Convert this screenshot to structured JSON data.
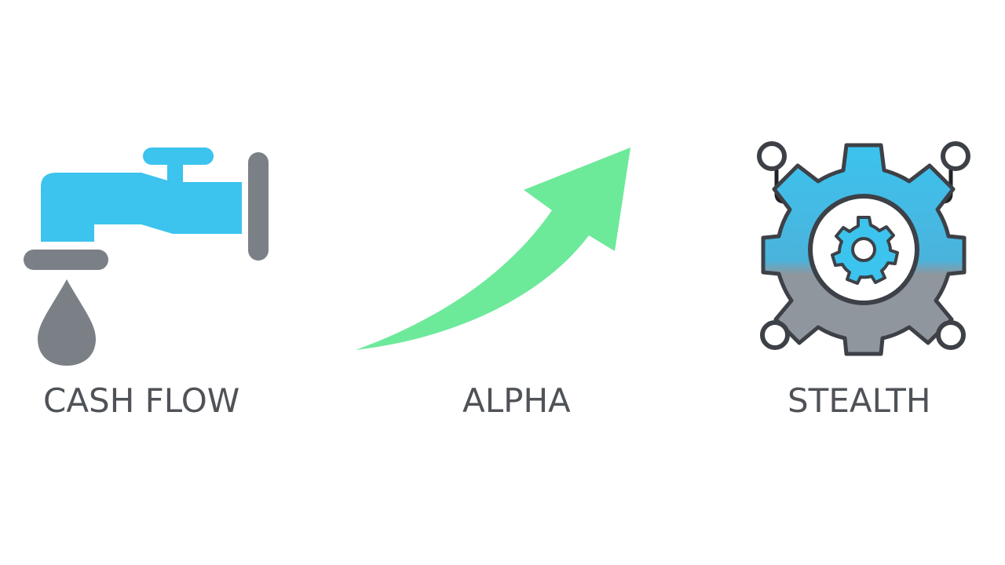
{
  "items": [
    {
      "label": "CASH FLOW",
      "icon": "water-faucet-icon"
    },
    {
      "label": "ALPHA",
      "icon": "growth-arrow-icon"
    },
    {
      "label": "STEALTH",
      "icon": "gear-network-icon"
    }
  ],
  "colors": {
    "blue": "#3cc3ee",
    "gray": "#7b8087",
    "green": "#6de99a",
    "outline": "#3d4147",
    "text": "#4f5358"
  }
}
